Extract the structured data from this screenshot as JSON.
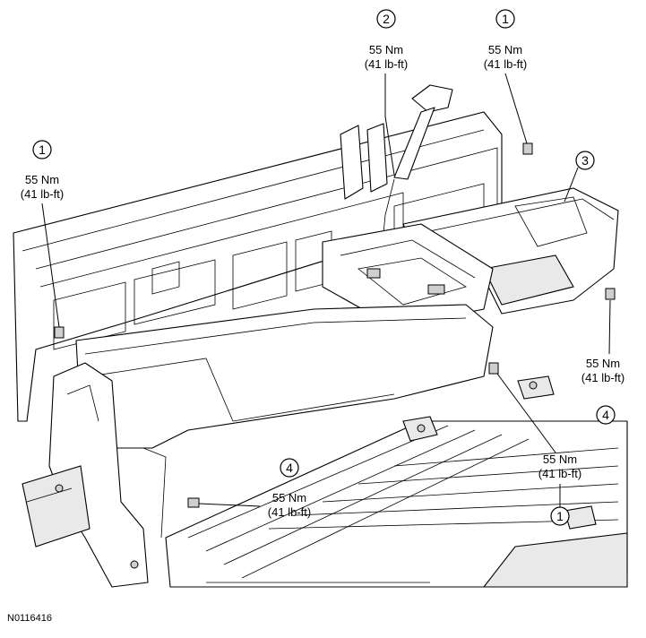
{
  "callouts": [
    {
      "id": "c2-top",
      "number": "2",
      "torque_nm": "55 Nm",
      "torque_lbft": "(41 lb-ft)"
    },
    {
      "id": "c1-topright",
      "number": "1",
      "torque_nm": "55 Nm",
      "torque_lbft": "(41 lb-ft)"
    },
    {
      "id": "c1-left",
      "number": "1",
      "torque_nm": "55 Nm",
      "torque_lbft": "(41 lb-ft)"
    },
    {
      "id": "c3",
      "number": "3"
    },
    {
      "id": "c4-right",
      "number": "4",
      "torque_nm": "55 Nm",
      "torque_lbft": "(41 lb-ft)"
    },
    {
      "id": "c1-bottomright",
      "number": "1",
      "torque_nm": "55 Nm",
      "torque_lbft": "(41 lb-ft)"
    },
    {
      "id": "c4-bottom",
      "number": "4",
      "torque_nm": "55 Nm",
      "torque_lbft": "(41 lb-ft)"
    }
  ],
  "figure_id": "N0116416"
}
